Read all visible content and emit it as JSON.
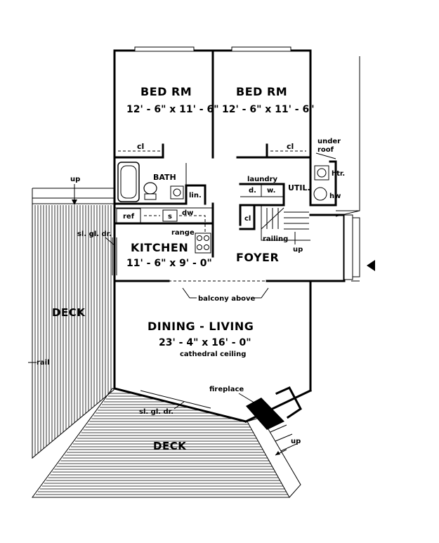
{
  "rooms": {
    "bed1": {
      "label": "BED RM",
      "dims": "12' - 6\" x 11' - 6\"",
      "closet": "cl"
    },
    "bed2": {
      "label": "BED RM",
      "dims": "12' - 6\" x 11' - 6\"",
      "closet": "cl"
    },
    "bath": {
      "label": "BATH",
      "linen": "lin."
    },
    "laundry": {
      "label": "laundry",
      "dryer": "d.",
      "washer": "w."
    },
    "util": {
      "label": "UTIL.",
      "heater": "htr.",
      "hot_water": "hw"
    },
    "kitchen": {
      "label": "KITCHEN",
      "dims": "11' - 6\" x 9' - 0\"",
      "ref": "ref",
      "sink": "s",
      "dishwasher": "dw",
      "range": "range"
    },
    "foyer": {
      "label": "FOYER",
      "closet": "cl",
      "railing": "railing",
      "stair_up": "up"
    },
    "dining_living": {
      "label": "DINING  -  LIVING",
      "dims": "23' - 4\" x 16' - 0\"",
      "note": "cathedral ceiling"
    }
  },
  "annotations": {
    "under_roof_1": "under",
    "under_roof_2": "roof",
    "balcony": "balcony above",
    "fireplace": "fireplace",
    "sliding_door_kitchen": "sl. gl. dr.",
    "sliding_door_living": "sl. gl. dr.",
    "deck_west_up": "up",
    "deck_south_up": "up",
    "rail": "rail"
  },
  "decks": {
    "west": {
      "label": "DECK"
    },
    "south": {
      "label": "DECK"
    }
  }
}
